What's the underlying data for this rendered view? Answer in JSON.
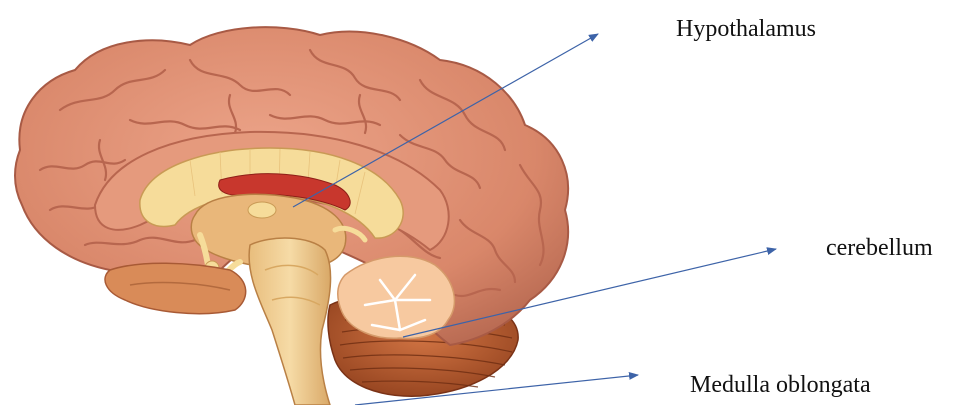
{
  "labels": {
    "hypothalamus": "Hypothalamus",
    "cerebellum": "cerebellum",
    "medulla": "Medulla oblongata"
  },
  "colors": {
    "cortex": "#d9876a",
    "cortex_dark": "#a85a45",
    "sulcus": "#b8664f",
    "corpus_callosum": "#f6dc9a",
    "thalamus": "#e9b77a",
    "fornix_red": "#c8372d",
    "brainstem": "#f0cf93",
    "cerebellum": "#b65a2e",
    "arbor_vitae": "#f7c9a0",
    "arrow": "#3d63a8"
  }
}
